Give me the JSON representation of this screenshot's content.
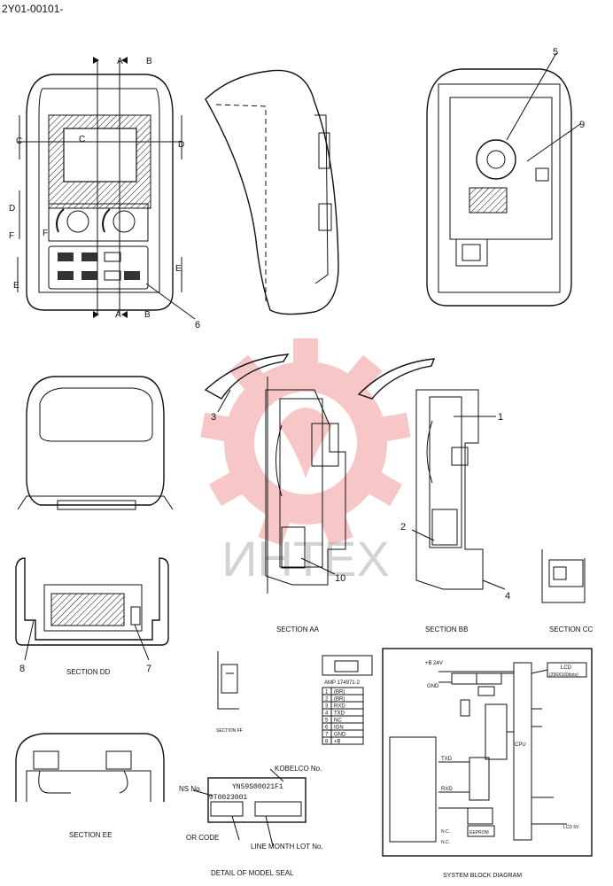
{
  "drawing_number": "2Y01-00101-",
  "watermark_text": "ИНТЕХ",
  "section_markers": {
    "a": "A",
    "b": "B",
    "c": "C",
    "d": "D",
    "e": "E",
    "f": "F"
  },
  "callouts": [
    "1",
    "2",
    "3",
    "4",
    "5",
    "6",
    "7",
    "8",
    "9",
    "10"
  ],
  "section_titles": {
    "aa": "SECTION AA",
    "bb": "SECTION BB",
    "cc": "SECTION CC",
    "dd": "SECTION DD",
    "ee": "SECTION EE",
    "ff": "SECTION FF"
  },
  "seal": {
    "kobelco_no": "KOBELCO No.",
    "model_code": "YN59S00021F1",
    "ns_no": "NS No.",
    "serial": "0T0023001",
    "or_code": "OR CODE",
    "line_month_lot": "LINE MONTH LOT No.",
    "caption": "DETAIL OF MODEL SEAL"
  },
  "connector": {
    "header": "AMP 174971-2",
    "pins": [
      {
        "no": "1",
        "sig": "(BR)"
      },
      {
        "no": "2",
        "sig": "(BR)"
      },
      {
        "no": "3",
        "sig": "RXD"
      },
      {
        "no": "4",
        "sig": "TXD"
      },
      {
        "no": "5",
        "sig": "NC"
      },
      {
        "no": "6",
        "sig": "IGN"
      },
      {
        "no": "7",
        "sig": "GND"
      },
      {
        "no": "8",
        "sig": "+B"
      }
    ]
  },
  "block": {
    "caption": "SYSTEM BLOCK DIAGRAM",
    "v24": "+B 24V",
    "gnd": "GND",
    "txd": "TXD",
    "rxd": "RXD",
    "nc1": "N.C.",
    "nc2": "N.C.",
    "cpu": "CPU",
    "eeprom": "EEPROM",
    "lcd": "LCD",
    "lcd_res": "(256X160dots)",
    "lcd_bl": "LCD 5V"
  }
}
